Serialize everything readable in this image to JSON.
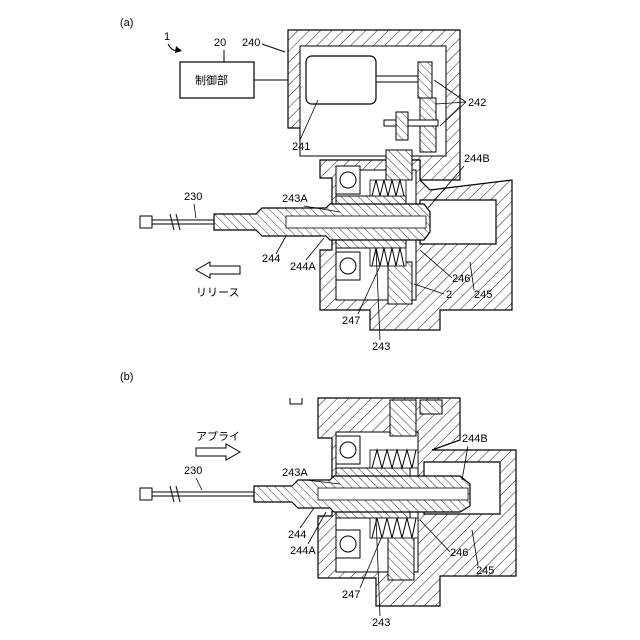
{
  "panels": [
    {
      "id": "a",
      "label": "(a)"
    },
    {
      "id": "b",
      "label": "(b)"
    }
  ],
  "panel_a": {
    "device_ref": "1",
    "controller_ref": "20",
    "controller_text": "制御部",
    "refs": {
      "r240": "240",
      "r241": "241",
      "r242": "242",
      "r244B": "244B",
      "r230": "230",
      "r243A": "243A",
      "r244": "244",
      "r244A": "244A",
      "r246": "246",
      "r2": "2",
      "r245": "245",
      "r247": "247",
      "r243": "243"
    },
    "direction_text": "リリース"
  },
  "panel_b": {
    "direction_text": "アプライ",
    "refs": {
      "r244B": "244B",
      "r230": "230",
      "r243A": "243A",
      "r244": "244",
      "r244A": "244A",
      "r246": "246",
      "r245": "245",
      "r247": "247",
      "r243": "243"
    }
  },
  "colors": {
    "line": "#000000",
    "hatch": "#000000",
    "background": "#ffffff",
    "arrow_fill": "#ffffff"
  }
}
